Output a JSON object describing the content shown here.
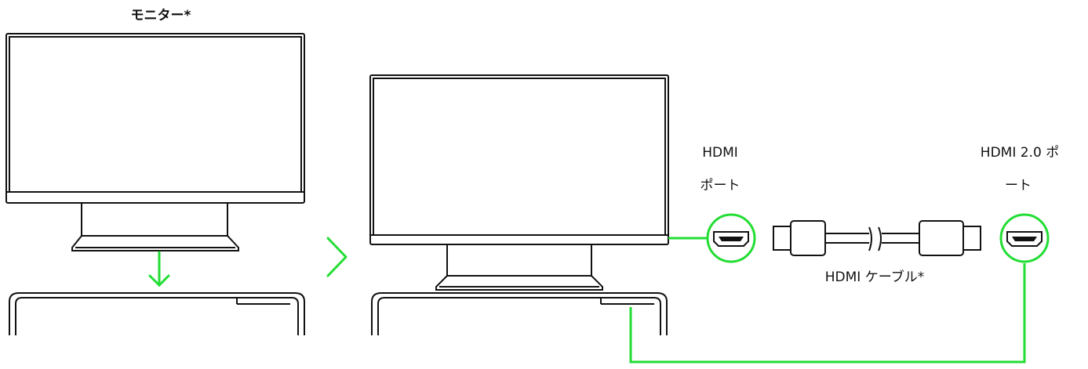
{
  "labels": {
    "monitor": "モニター*",
    "hdmi_port_line1": "HDMI",
    "hdmi_port_line2": "ポート",
    "hdmi20_port_line1": "HDMI 2.0 ポ",
    "hdmi20_port_line2": "ート",
    "hdmi_cable": "HDMI ケーブル*"
  },
  "colors": {
    "accent": "#22dd33",
    "line": "#111111",
    "background": "#ffffff"
  },
  "icons": {
    "arrow": "arrow-down-icon",
    "step": "chevron-right-icon",
    "port": "hdmi-port-icon"
  }
}
